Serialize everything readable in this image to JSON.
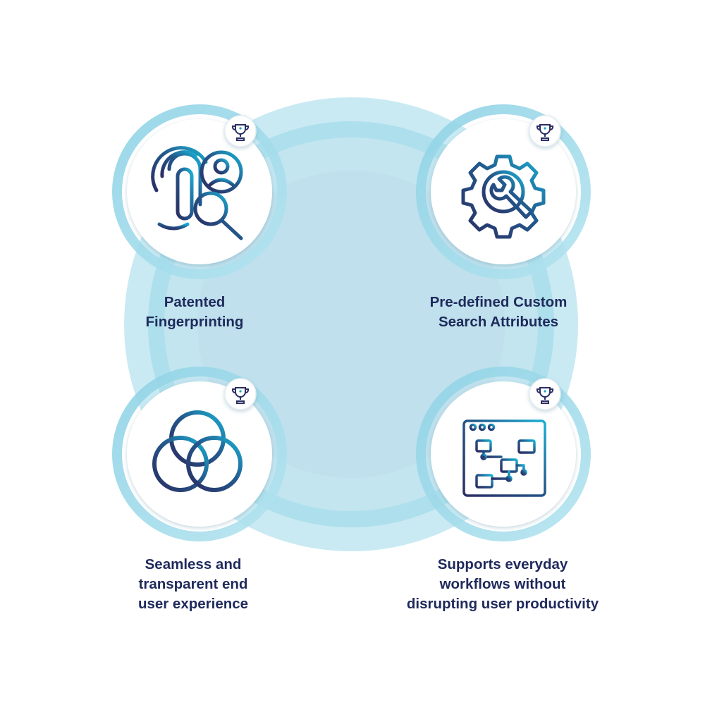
{
  "features": [
    {
      "icon": "fingerprint-search-icon",
      "badge_icon": "trophy-icon",
      "label_lines": [
        "Patented",
        "Fingerprinting"
      ]
    },
    {
      "icon": "gear-wrench-icon",
      "badge_icon": "trophy-icon",
      "label_lines": [
        "Pre-defined Custom",
        "Search Attributes"
      ]
    },
    {
      "icon": "overlapping-circles-icon",
      "badge_icon": "trophy-icon",
      "label_lines": [
        "Seamless and",
        "transparent end",
        "user experience"
      ]
    },
    {
      "icon": "workflow-window-icon",
      "badge_icon": "trophy-icon",
      "label_lines": [
        "Supports everyday",
        "workflows without",
        "disrupting user productivity"
      ]
    }
  ],
  "colors": {
    "navy": "#1f2a5c",
    "cyan": "#1aa3c8",
    "ring": "#a8dde9",
    "bg_outer": "#c6e8f1",
    "bg_inner": "#bee0ec"
  }
}
